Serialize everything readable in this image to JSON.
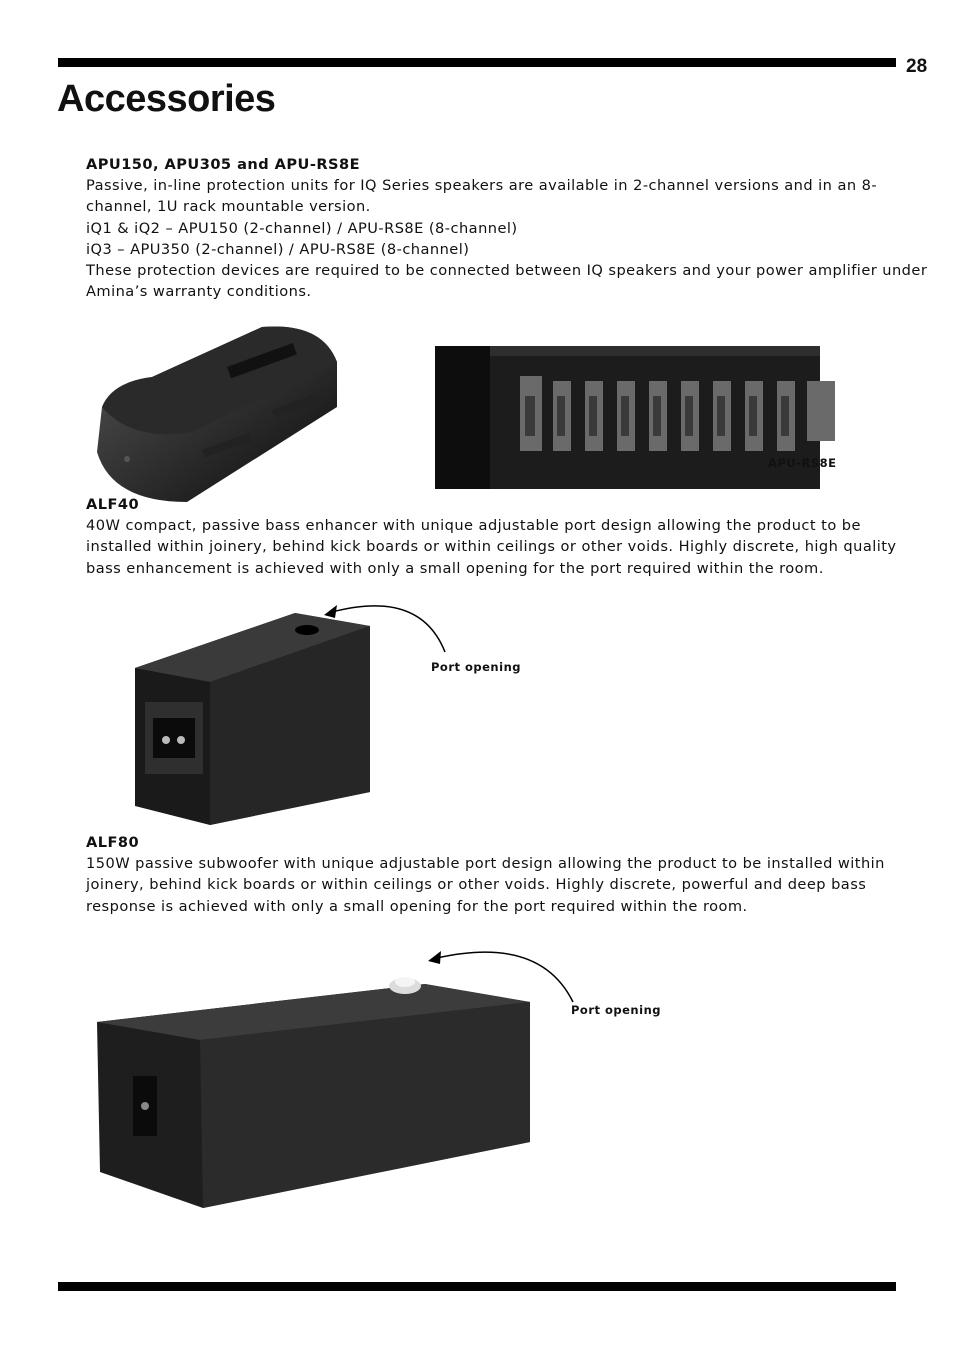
{
  "page": {
    "number": "28",
    "title": "Accessories"
  },
  "apu": {
    "heading": "APU150, APU305 and APU-RS8E",
    "lines": [
      "Passive, in-line protection units for IQ Series speakers are available in 2-channel versions and in an 8-channel, 1U rack mountable version.",
      "iQ1 & iQ2 – APU150 (2-channel) / APU-RS8E (8-channel)",
      "iQ3 – APU350 (2-channel) / APU-RS8E (8-channel)",
      "These protection devices are required to be connected between IQ speakers and your power amplifier under Amina’s warranty conditions."
    ],
    "rack_caption": "APU-RS8E"
  },
  "alf40": {
    "heading": "ALF40",
    "body": "40W compact, passive bass enhancer with unique adjustable port design allowing the product to be installed within joinery, behind kick boards or within ceilings or other voids. Highly discrete, high quality bass enhancement is achieved with only a small opening for the port required within the room.",
    "port_caption": "Port opening"
  },
  "alf80": {
    "heading": "ALF80",
    "body": "150W passive subwoofer with unique adjustable port design allowing the product to be installed within joinery, behind kick boards or within ceilings or other voids. Highly discrete, powerful and deep bass response is achieved with only a small opening for the port required within the room.",
    "port_caption": "Port opening"
  }
}
